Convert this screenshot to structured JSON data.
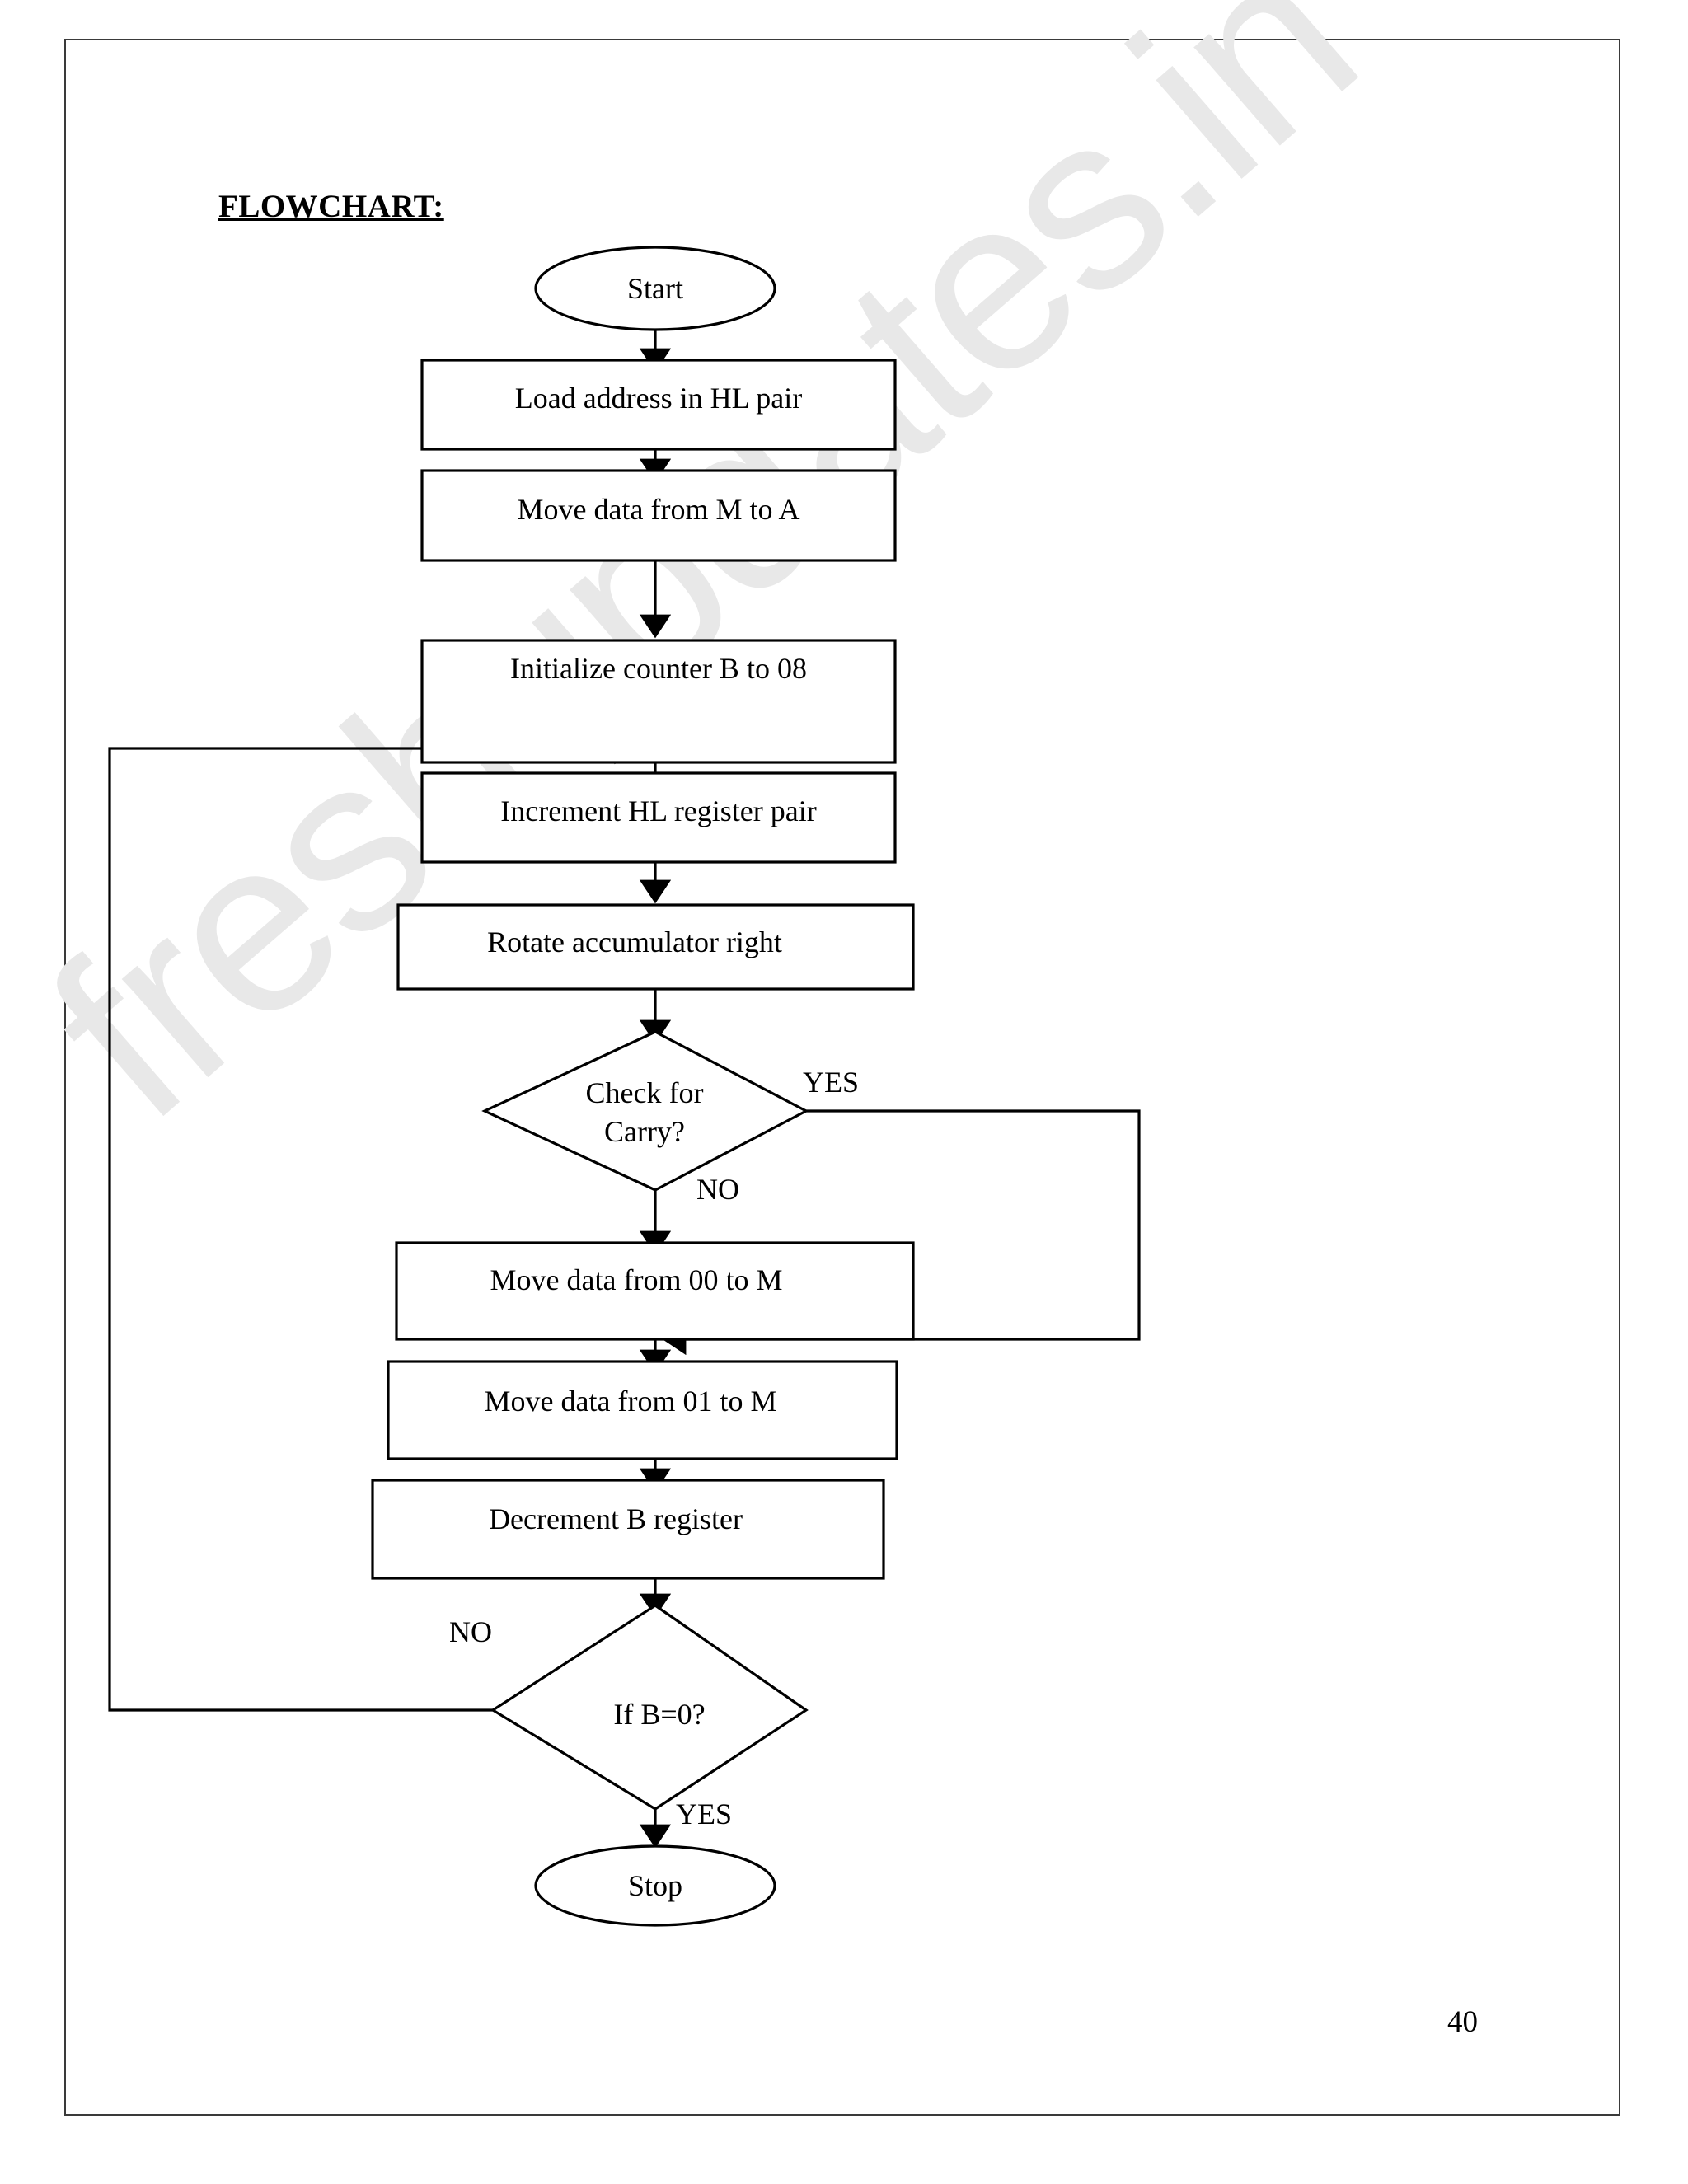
{
  "document": {
    "section_title": "FLOWCHART:",
    "page_number": "40",
    "watermark": "freshupdates.in"
  },
  "chart_data": {
    "type": "diagram",
    "diagram_kind": "flowchart",
    "title": "FLOWCHART:",
    "nodes": [
      {
        "id": "start",
        "shape": "oval",
        "label": "Start"
      },
      {
        "id": "load",
        "shape": "process",
        "label": "Load address in HL pair"
      },
      {
        "id": "move_m_a",
        "shape": "process",
        "label": "Move data from M to A"
      },
      {
        "id": "init_b",
        "shape": "process",
        "label": "Initialize counter B to 08"
      },
      {
        "id": "inc_hl",
        "shape": "process",
        "label": "Increment HL register pair"
      },
      {
        "id": "rotate",
        "shape": "process",
        "label": "Rotate accumulator right"
      },
      {
        "id": "carry",
        "shape": "decision",
        "label": "Check for Carry?",
        "label_line1": "Check for",
        "label_line2": "Carry?"
      },
      {
        "id": "move_00",
        "shape": "process",
        "label": "Move data from 00 to M"
      },
      {
        "id": "move_01",
        "shape": "process",
        "label": "Move data from 01 to M"
      },
      {
        "id": "dec_b",
        "shape": "process",
        "label": "Decrement B register"
      },
      {
        "id": "if_b_zero",
        "shape": "decision",
        "label": "If B=0?"
      },
      {
        "id": "stop",
        "shape": "oval",
        "label": "Stop"
      }
    ],
    "edges": [
      {
        "from": "start",
        "to": "load",
        "label": ""
      },
      {
        "from": "load",
        "to": "move_m_a",
        "label": ""
      },
      {
        "from": "move_m_a",
        "to": "init_b",
        "label": ""
      },
      {
        "from": "init_b",
        "to": "inc_hl",
        "label": ""
      },
      {
        "from": "inc_hl",
        "to": "rotate",
        "label": ""
      },
      {
        "from": "rotate",
        "to": "carry",
        "label": ""
      },
      {
        "from": "carry",
        "to": "move_01",
        "label": "YES"
      },
      {
        "from": "carry",
        "to": "move_00",
        "label": "NO"
      },
      {
        "from": "move_00",
        "to": "move_01",
        "label": ""
      },
      {
        "from": "move_01",
        "to": "dec_b",
        "label": ""
      },
      {
        "from": "dec_b",
        "to": "if_b_zero",
        "label": ""
      },
      {
        "from": "if_b_zero",
        "to": "inc_hl",
        "label": "NO"
      },
      {
        "from": "if_b_zero",
        "to": "stop",
        "label": "YES"
      }
    ],
    "branch_labels": {
      "carry_yes": "YES",
      "carry_no": "NO",
      "b_zero_no": "NO",
      "b_zero_yes": "YES"
    },
    "colors": {
      "stroke": "#000000",
      "fill": "#ffffff",
      "page_border": "#3a3a3a",
      "watermark": "#e8e8e8"
    }
  }
}
